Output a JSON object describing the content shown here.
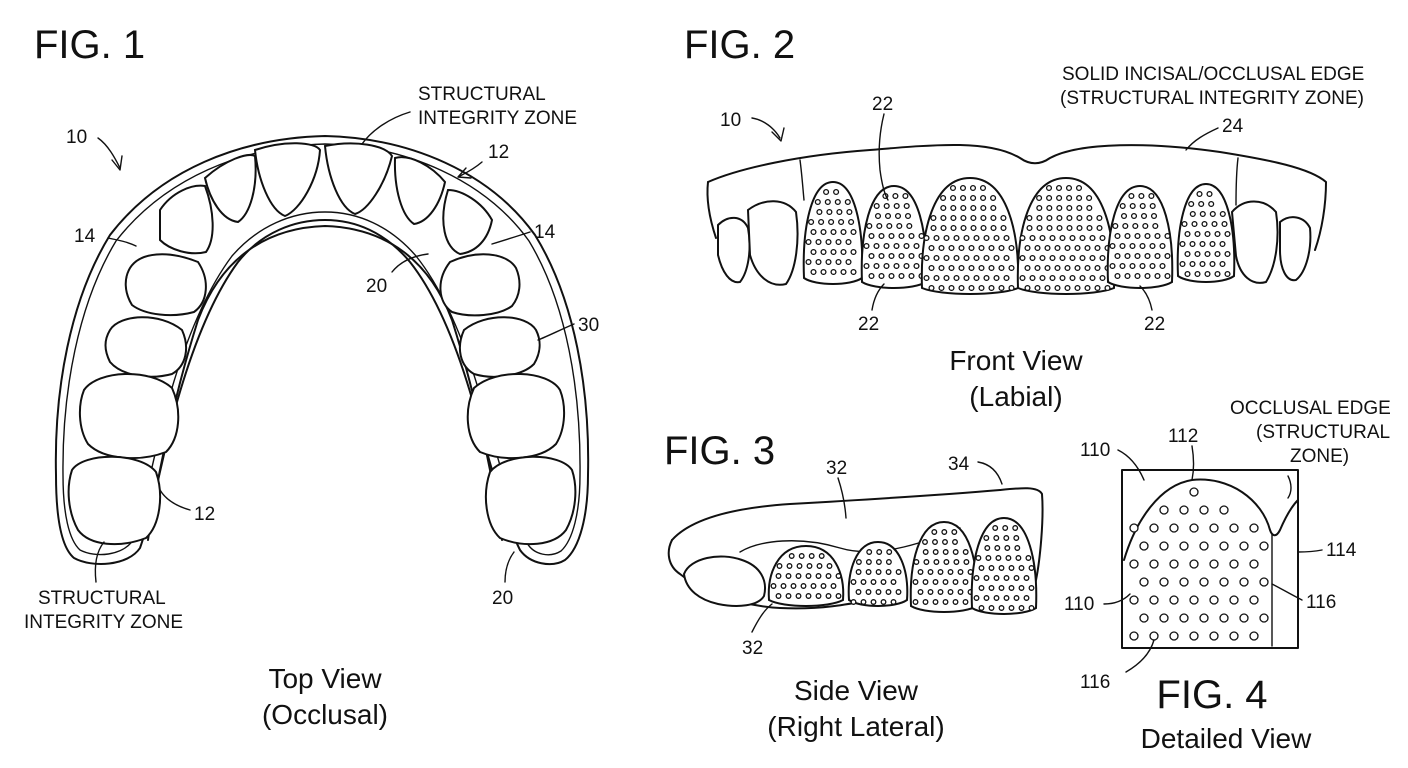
{
  "figures": {
    "fig1": {
      "title": "FIG. 1",
      "caption_line1": "Top View",
      "caption_line2": "(Occlusal)",
      "labels": {
        "ref_10": "10",
        "zone_top_line1": "STRUCTURAL",
        "zone_top_line2": "INTEGRITY ZONE",
        "ref_12_top": "12",
        "ref_14_left": "14",
        "ref_14_right": "14",
        "ref_20_top": "20",
        "ref_30": "30",
        "ref_12_bottom": "12",
        "ref_20_bottom": "20",
        "zone_bottom_line1": "STRUCTURAL",
        "zone_bottom_line2": "INTEGRITY ZONE"
      }
    },
    "fig2": {
      "title": "FIG. 2",
      "caption_line1": "Front View",
      "caption_line2": "(Labial)",
      "labels": {
        "edge_line1": "SOLID INCISAL/OCCLUSAL EDGE",
        "edge_line2": "(STRUCTURAL INTEGRITY ZONE)",
        "ref_10": "10",
        "ref_24": "24",
        "ref_22_top": "22",
        "ref_22_bottom_left": "22",
        "ref_22_bottom_right": "22"
      }
    },
    "fig3": {
      "title": "FIG. 3",
      "caption_line1": "Side View",
      "caption_line2": "(Right Lateral)",
      "labels": {
        "ref_32_top": "32",
        "ref_34": "34",
        "ref_32_bottom": "32"
      }
    },
    "fig4": {
      "title": "FIG. 4",
      "caption": "Detailed View",
      "labels": {
        "edge_line1": "OCCLUSAL EDGE",
        "edge_line2": "(STRUCTURAL",
        "edge_line3": "ZONE)",
        "ref_110_top": "110",
        "ref_112": "112",
        "ref_114": "114",
        "ref_110_mid": "110",
        "ref_116_right": "116",
        "ref_116_bottom": "116"
      }
    }
  }
}
